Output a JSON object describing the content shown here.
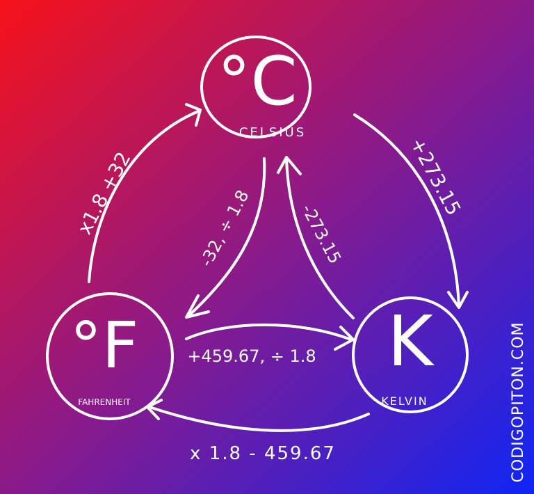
{
  "colors": {
    "gradient_start": "#f7121a",
    "gradient_mid": "#8a1a8a",
    "gradient_end": "#0f25f5",
    "ink": "#ffffff"
  },
  "nodes": {
    "celsius": {
      "symbol": "°C",
      "name": "CELSIUS"
    },
    "fahrenheit": {
      "symbol": "°F",
      "name": "FAHRENHEIT"
    },
    "kelvin": {
      "symbol": "K",
      "name": "KELVIN"
    }
  },
  "edges": {
    "f_to_c": "x1.8 +32",
    "c_to_k": "+273.15",
    "c_to_f": "-32, ÷ 1.8",
    "k_to_c": "-273.15",
    "f_to_k": "+459.67, ÷ 1.8",
    "k_to_f": "x 1.8 - 459.67"
  },
  "watermark": "CODIGOPITON.COM"
}
